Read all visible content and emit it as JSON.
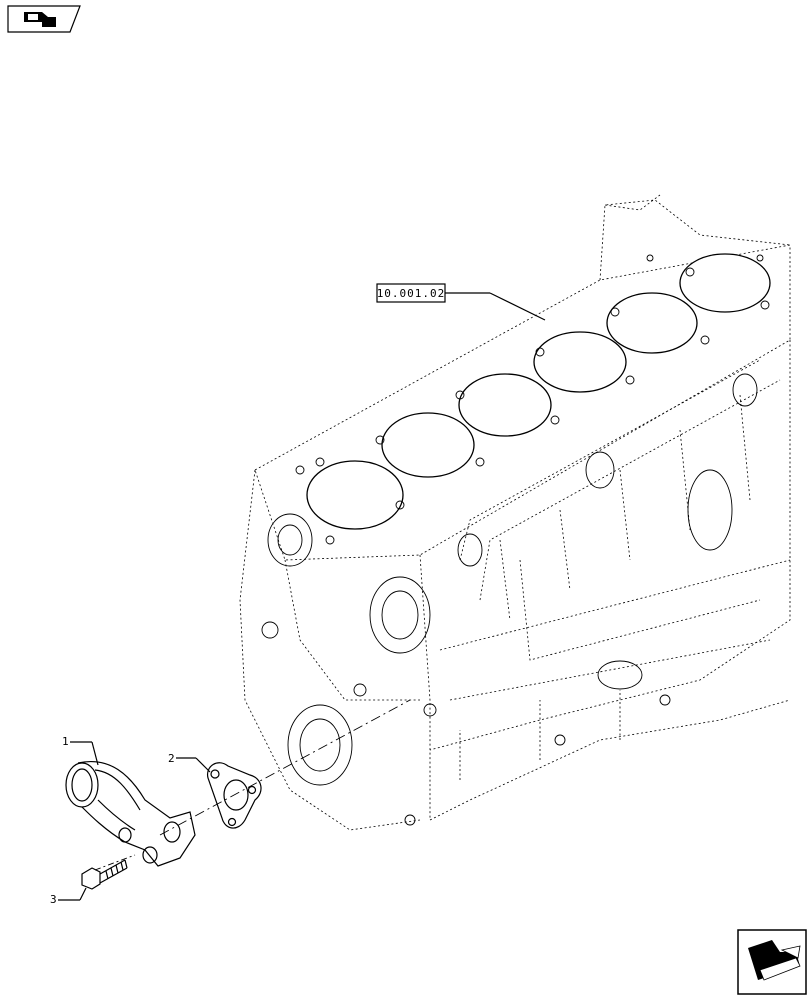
{
  "reference_box": {
    "text": "10.001.02"
  },
  "callouts": [
    {
      "number": "1"
    },
    {
      "number": "2"
    },
    {
      "number": "3"
    }
  ],
  "icons": {
    "top_left": "book-arrow-icon",
    "bottom_right": "next-page-arrow-icon"
  }
}
